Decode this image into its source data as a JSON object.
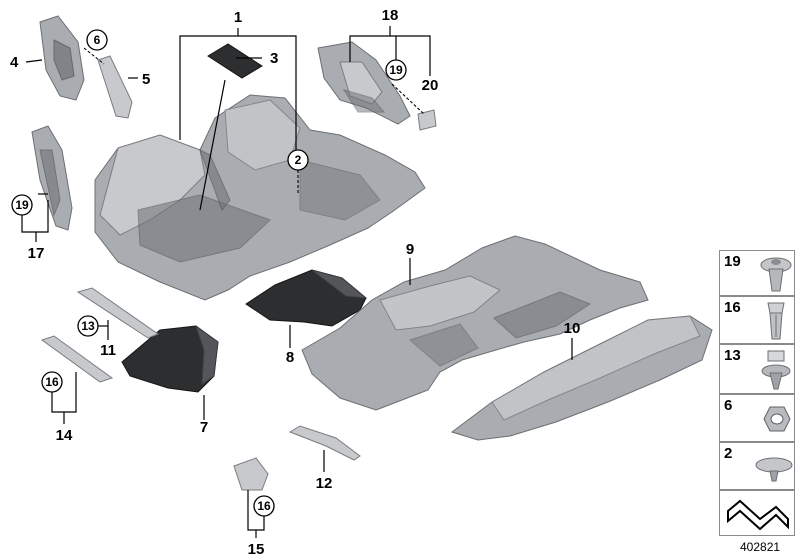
{
  "callouts": {
    "c1": "1",
    "c2": "2",
    "c3": "3",
    "c4": "4",
    "c5": "5",
    "c6": "6",
    "c7": "7",
    "c8": "8",
    "c9": "9",
    "c10": "10",
    "c11": "11",
    "c12": "12",
    "c13": "13",
    "c14": "14",
    "c15": "15",
    "c16": "16",
    "c17": "17",
    "c18": "18",
    "c19": "19",
    "c20": "20"
  },
  "legend": [
    {
      "number": "19",
      "icon": "push-rivet-icon"
    },
    {
      "number": "16",
      "icon": "expanding-clip-icon"
    },
    {
      "number": "13",
      "icon": "screw-clip-icon"
    },
    {
      "number": "6",
      "icon": "hex-nut-icon"
    },
    {
      "number": "2",
      "icon": "round-clip-icon"
    },
    {
      "number": "",
      "icon": "carpet-profile-icon"
    }
  ],
  "reference_code": "402821",
  "colors": {
    "part_gray": "#a9acb0",
    "part_dark": "#2d2e30",
    "line": "#000000"
  }
}
